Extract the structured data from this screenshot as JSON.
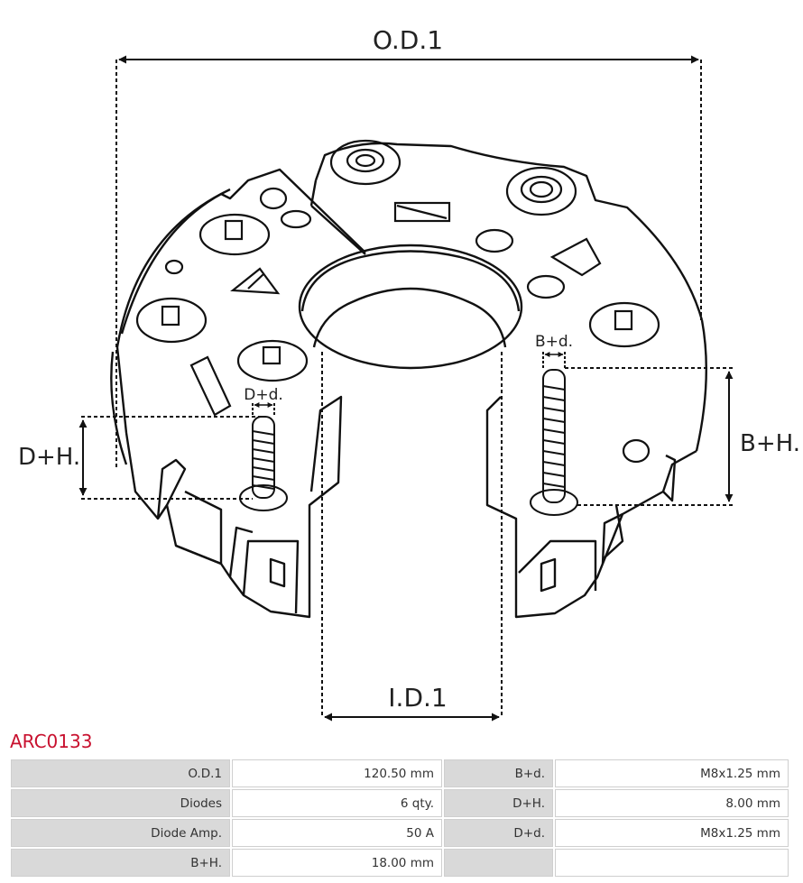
{
  "diagram": {
    "labels": {
      "od1": "O.D.1",
      "id1": "I.D.1",
      "bd": "B+d.",
      "dd": "D+d.",
      "bh": "B+H.",
      "dh": "D+H."
    }
  },
  "product": {
    "code": "ARC0133"
  },
  "specs": {
    "rows": [
      {
        "k1": "O.D.1",
        "v1": "120.50 mm",
        "k2": "B+d.",
        "v2": "M8x1.25 mm"
      },
      {
        "k1": "Diodes",
        "v1": "6 qty.",
        "k2": "D+H.",
        "v2": "8.00 mm"
      },
      {
        "k1": "Diode Amp.",
        "v1": "50 A",
        "k2": "D+d.",
        "v2": "M8x1.25 mm"
      },
      {
        "k1": "B+H.",
        "v1": "18.00 mm",
        "k2": "",
        "v2": ""
      }
    ]
  }
}
